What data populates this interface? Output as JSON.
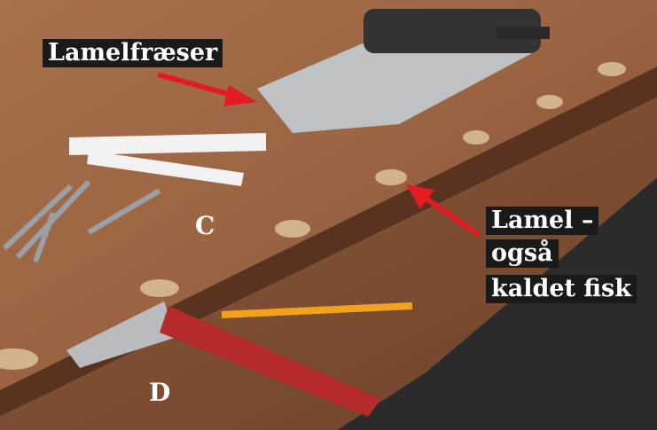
{
  "labels": {
    "tool": "Lamelfræser",
    "biscuit_line1": "Lamel –",
    "biscuit_line2": "også",
    "biscuit_line3": "kaldet fisk",
    "marker_c": "C",
    "marker_d": "D"
  },
  "colors": {
    "arrow": "#e31b23",
    "label_bg": "#1a1a1a"
  }
}
